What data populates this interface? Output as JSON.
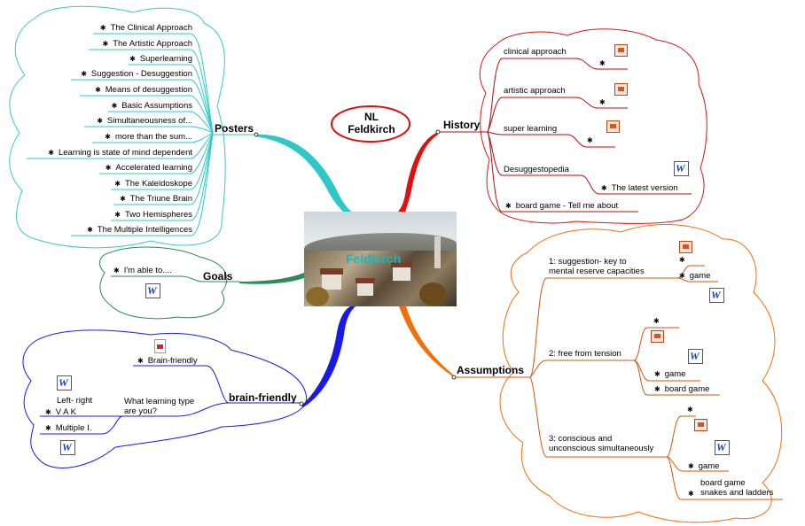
{
  "center": {
    "title": "Feldkirch"
  },
  "label_nl": {
    "line1": "NL",
    "line2": "Feldkirch"
  },
  "posters": {
    "label": "Posters",
    "items": [
      "The Clinical Approach",
      "The Artistic Approach",
      "Superlearning",
      "Suggestion - Desuggestion",
      "Means of desuggestion",
      "Basic Assumptions",
      "Simultaneousness of...",
      "more than the sum...",
      "Learning is state of mind dependent",
      "Accelerated learning",
      "The Kaleidoskope",
      "The Triune Brain",
      "Two Hemispheres",
      "The Multiple Intelligences"
    ]
  },
  "goals": {
    "label": "Goals",
    "item": "I'm able to...."
  },
  "brain": {
    "label": "brain-friendly",
    "item_brain": "Brain-friendly",
    "question": "What learning type\nare you?",
    "left_right": "Left- right",
    "vak": "V A K",
    "multiple": "Multiple I."
  },
  "history": {
    "label": "History",
    "clinical": "clinical approach",
    "artistic": "artistic approach",
    "super": "super learning",
    "desugg": "Desuggestopedia",
    "latest": "The latest version",
    "board": "board game - Tell me about"
  },
  "assumptions": {
    "label": "Assumptions",
    "a1": "1: suggestion- key to\nmental reserve capacities",
    "a1_game": "game",
    "a2": "2: free from tension",
    "a2_game": "game",
    "a2_board": "board game",
    "a3": "3: conscious and\nunconscious simultaneously",
    "a3_game": "game",
    "a3_board": "board game\nsnakes and ladders"
  },
  "colors": {
    "posters": "#2ec8c8",
    "goals": "#2e8b57",
    "brain": "#1a1ae6",
    "history": "#e01010",
    "assumptions": "#f07010"
  }
}
